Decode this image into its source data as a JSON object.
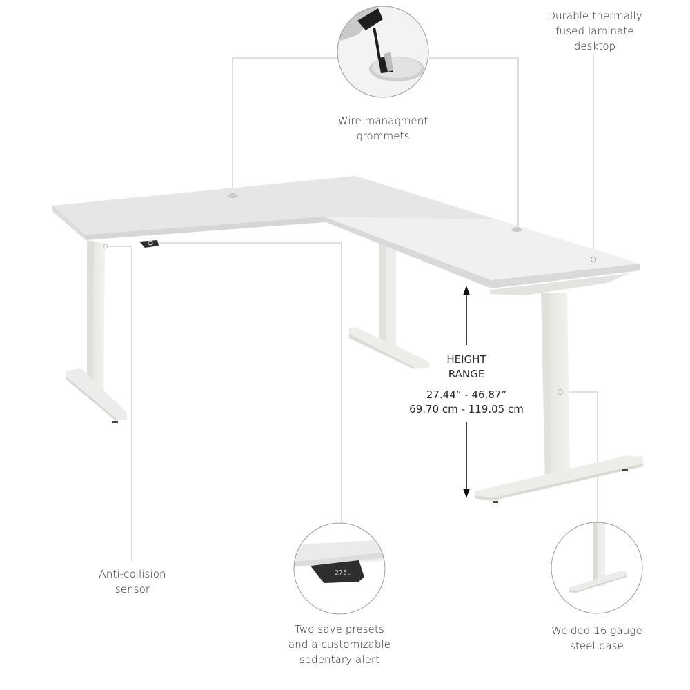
{
  "callouts": {
    "grommets": {
      "lines": [
        "Wire managment",
        "grommets"
      ]
    },
    "laminate": {
      "lines": [
        "Durable thermally",
        "fused laminate",
        "desktop"
      ]
    },
    "height_range": {
      "title_lines": [
        "HEIGHT",
        "RANGE"
      ],
      "value_lines": [
        "27.44” - 46.87”",
        "69.70 cm - 119.05 cm"
      ]
    },
    "anti_collision": {
      "lines": [
        "Anti-collision",
        "sensor"
      ]
    },
    "presets": {
      "lines": [
        "Two save presets",
        "and a customizable",
        "sedentary alert"
      ]
    },
    "steel_base": {
      "lines": [
        "Welded 16 gauge",
        "steel base"
      ]
    }
  },
  "controller_display": "275.",
  "colors": {
    "desktop_top": "#ececec",
    "desktop_edge": "#d8d8d8",
    "frame": "#e9e9e4",
    "leader_line": "#c8c8c8",
    "circle_stroke": "#9a9a9a",
    "controller": "#2e2e2e",
    "arrow": "#111111"
  }
}
